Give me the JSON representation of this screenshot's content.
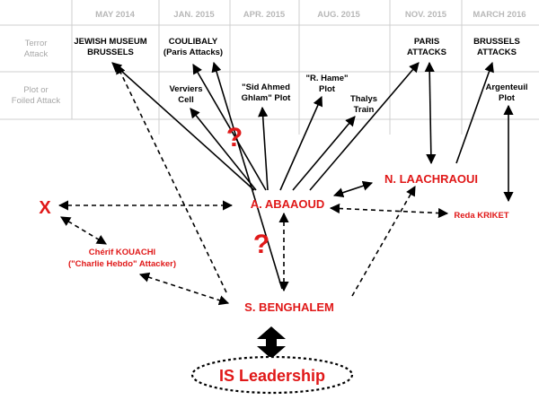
{
  "header": {
    "months": [
      "MAY 2014",
      "JAN. 2015",
      "APR. 2015",
      "AUG. 2015",
      "NOV. 2015",
      "MARCH 2016"
    ]
  },
  "rows": {
    "terror": [
      "Terror",
      "Attack"
    ],
    "plot": [
      "Plot or",
      "Foiled Attack"
    ]
  },
  "events": {
    "jewish_museum": [
      "JEWISH MUSEUM",
      "BRUSSELS"
    ],
    "coulibaly": [
      "COULIBALY",
      "(Paris Attacks)"
    ],
    "paris": [
      "PARIS",
      "ATTACKS"
    ],
    "brussels": [
      "BRUSSELS",
      "ATTACKS"
    ],
    "verviers": [
      "Verviers",
      "Cell"
    ],
    "ghlam": [
      "\"Sid Ahmed",
      "Ghlam\" Plot"
    ],
    "hame": [
      "\"R. Hame\"",
      "Plot"
    ],
    "thalys": [
      "Thalys",
      "Train"
    ],
    "argenteuil": [
      "Argenteuil",
      "Plot"
    ]
  },
  "people": {
    "abaaoud": "A. ABAAOUD",
    "laachraoui": "N. LAACHRAOUI",
    "kriket": "Reda KRIKET",
    "kouachi": [
      "Chérif KOUACHI",
      "(\"Charlie Hebdo\" Attacker)"
    ],
    "benghalem": "S. BENGHALEM",
    "unknown": "X",
    "leadership": "IS Leadership"
  },
  "marks": {
    "question": "?"
  },
  "colors": {
    "accent": "#e01818",
    "grid": "#cfcfcf",
    "header": "#b8b8b8"
  }
}
